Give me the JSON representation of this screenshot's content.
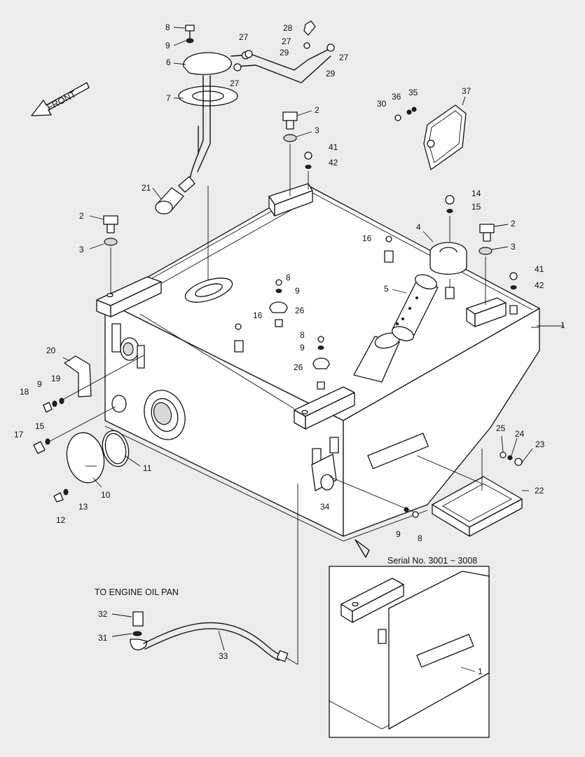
{
  "front_arrow": {
    "label": "FRONT"
  },
  "notes": {
    "engine_oil_pan": "TO ENGINE OIL PAN",
    "serial_range": "Serial No. 3001 ~ 3008"
  },
  "callouts": {
    "c1": "1",
    "c1b": "1",
    "c2a": "2",
    "c2b": "2",
    "c2c": "2",
    "c3a": "3",
    "c3b": "3",
    "c3c": "3",
    "c4": "4",
    "c5": "5",
    "c6": "6",
    "c7": "7",
    "c8a": "8",
    "c8b": "8",
    "c8c": "8",
    "c8d": "8",
    "c9a": "9",
    "c9b": "9",
    "c9c": "9",
    "c9d": "9",
    "c9e": "9",
    "c10": "10",
    "c11": "11",
    "c12": "12",
    "c13": "13",
    "c14": "14",
    "c15a": "15",
    "c15b": "15",
    "c16a": "16",
    "c16b": "16",
    "c17": "17",
    "c18": "18",
    "c19": "19",
    "c20": "20",
    "c21": "21",
    "c22": "22",
    "c23": "23",
    "c24": "24",
    "c25": "25",
    "c26a": "26",
    "c26b": "26",
    "c27a": "27",
    "c27b": "27",
    "c27c": "27",
    "c27d": "27",
    "c28": "28",
    "c29a": "29",
    "c29b": "29",
    "c30": "30",
    "c31": "31",
    "c32": "32",
    "c33": "33",
    "c34": "34",
    "c35": "35",
    "c36": "36",
    "c37": "37",
    "c41a": "41",
    "c41b": "41",
    "c42a": "42",
    "c42b": "42"
  }
}
